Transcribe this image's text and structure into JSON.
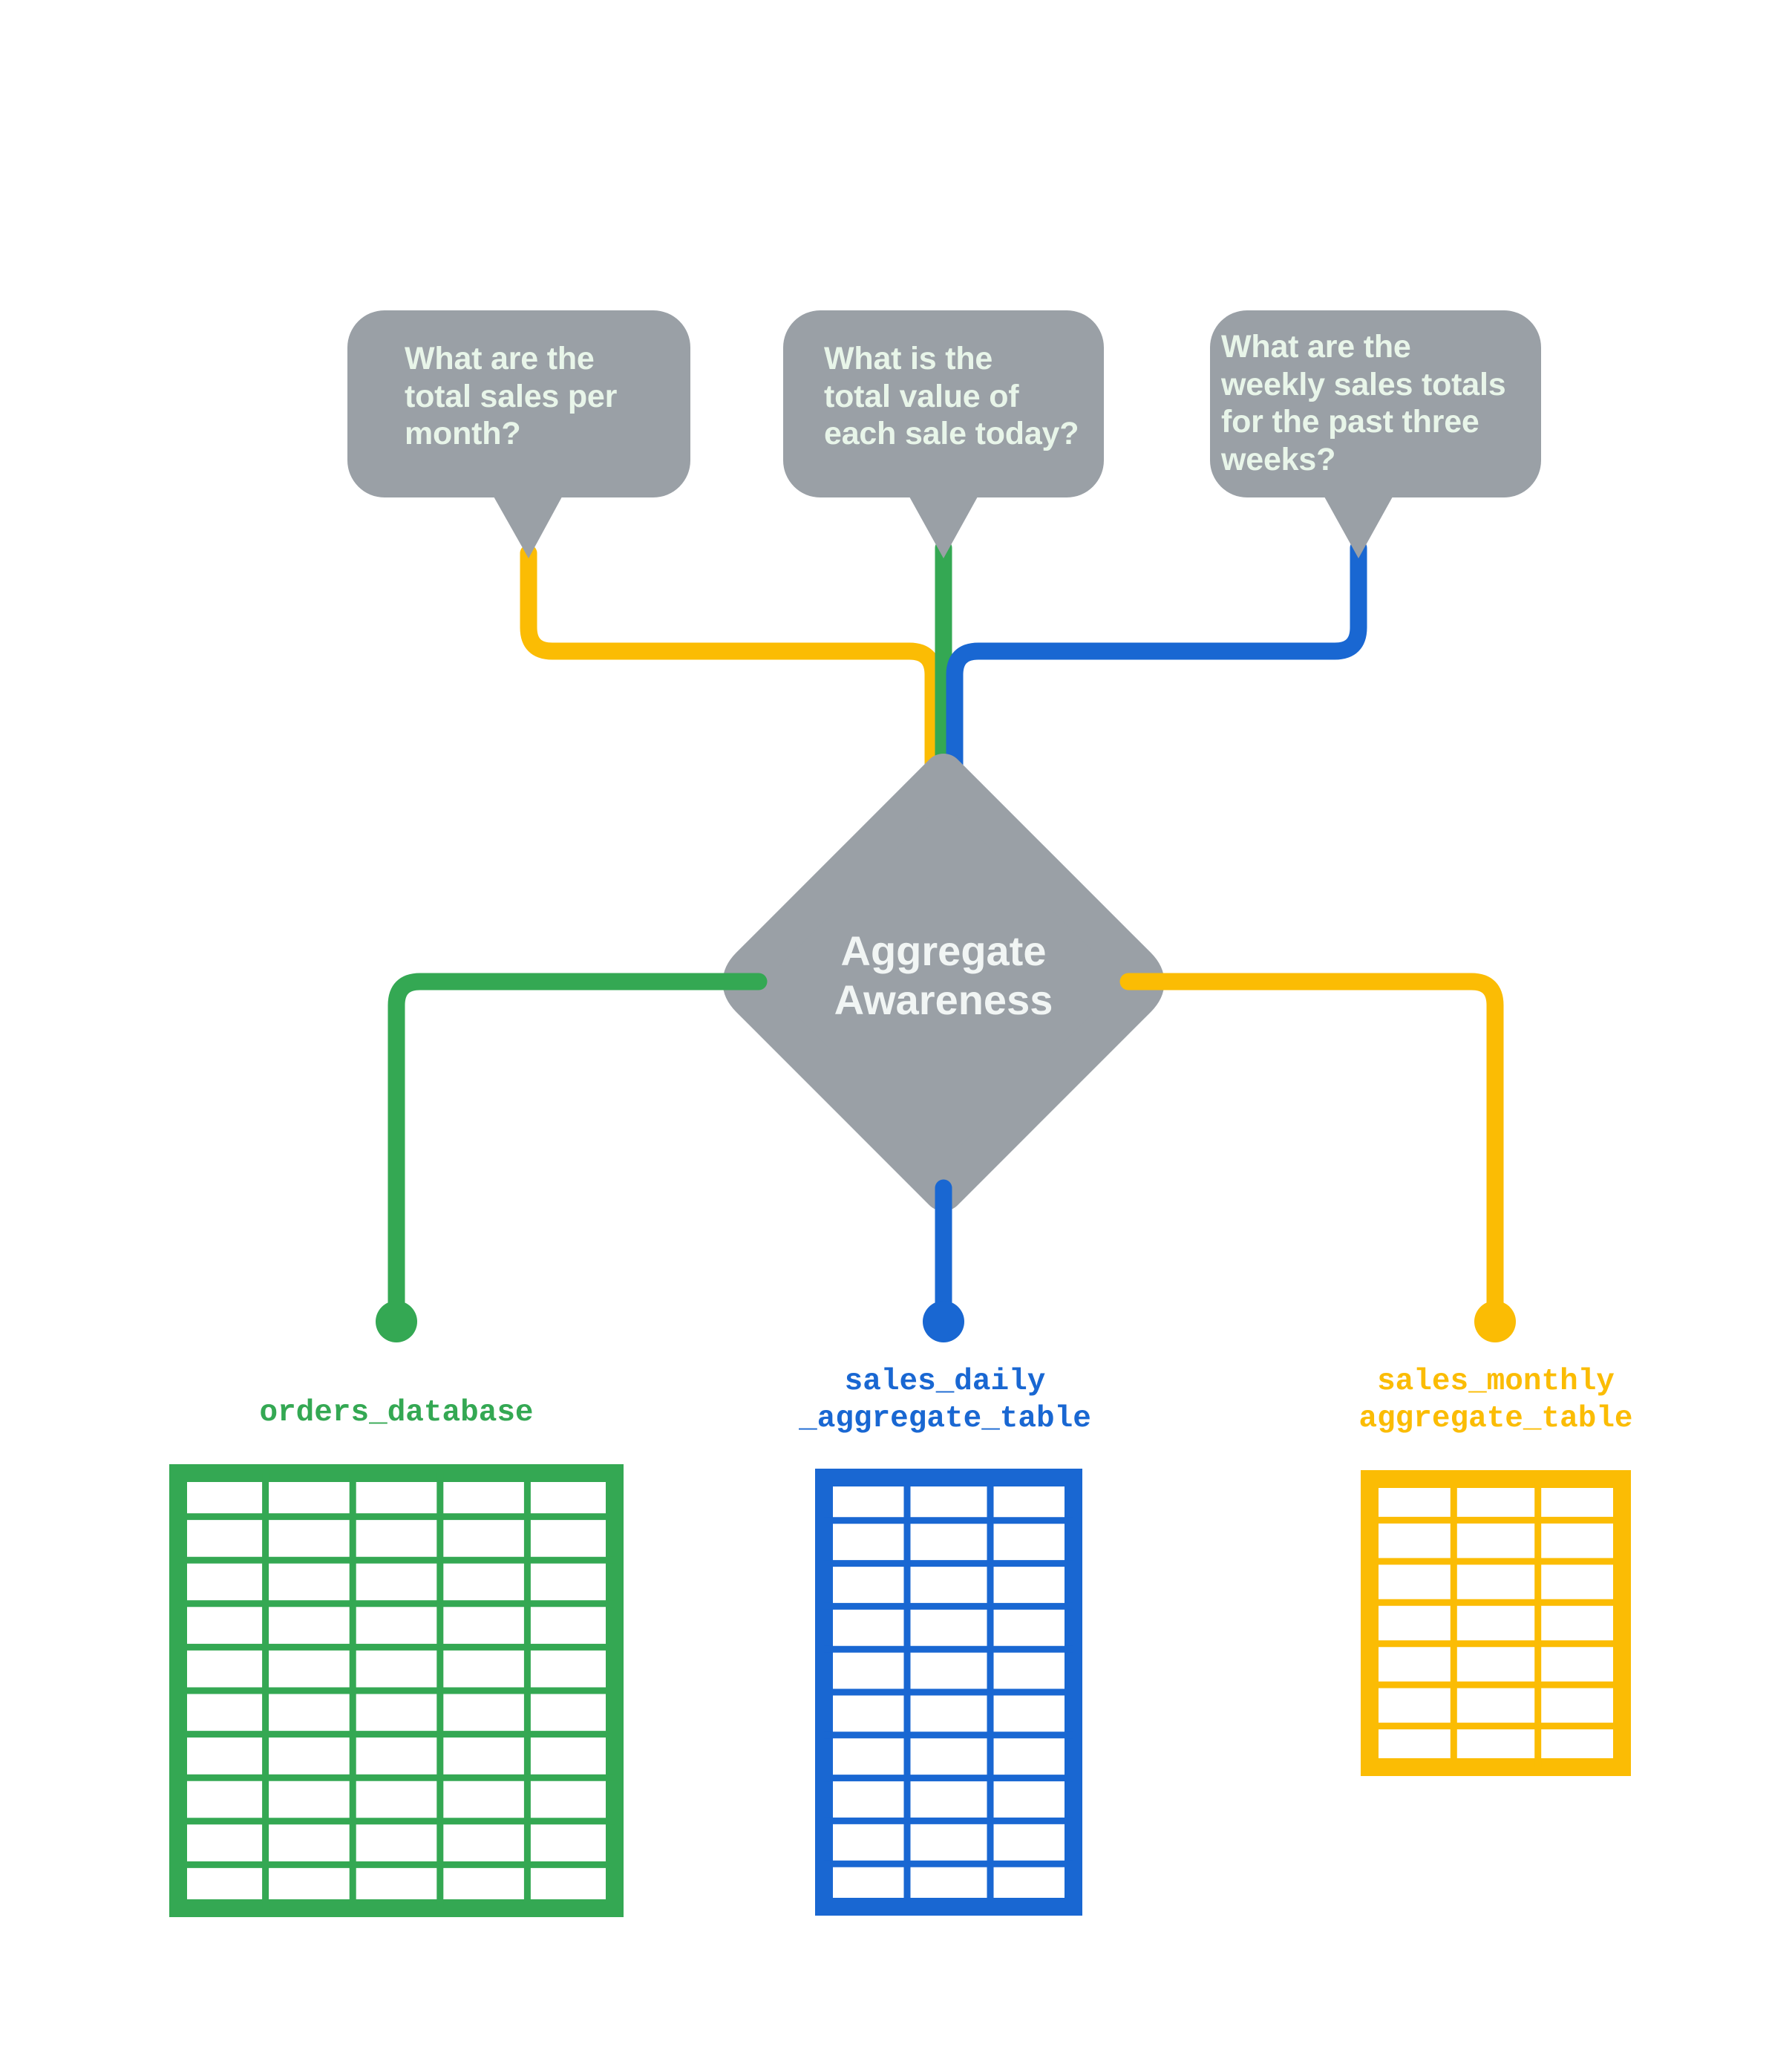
{
  "diagram": {
    "title": "Aggregate Awareness",
    "colors": {
      "gray": "#9AA0A6",
      "green": "#34A853",
      "blue": "#1967D2",
      "yellow": "#FBBC04",
      "bubble_text": "#E8F5E9",
      "node_text": "#F1F5F4",
      "background": "#FFFFFF"
    },
    "center_node": {
      "label": "Aggregate\nAwareness",
      "shape": "diamond"
    },
    "questions": [
      {
        "id": "q-monthly",
        "text": "What are the\ntotal sales per\nmonth?",
        "connector_color": "#FBBC04"
      },
      {
        "id": "q-daily",
        "text": "What is the\ntotal value of\neach sale today?",
        "connector_color": "#34A853"
      },
      {
        "id": "q-weekly",
        "text": "What are the\nweekly sales totals\nfor the past three\nweeks?",
        "connector_color": "#1967D2"
      }
    ],
    "tables": [
      {
        "id": "orders-database",
        "label": "orders_database",
        "color": "#34A853",
        "columns": 5,
        "rows": 10
      },
      {
        "id": "sales-daily-aggregate-table",
        "label": "sales_daily\n_aggregate_table",
        "color": "#1967D2",
        "columns": 3,
        "rows": 10
      },
      {
        "id": "sales-monthly-aggregate-table",
        "label": "sales_monthly\naggregate_table",
        "color": "#FBBC04",
        "columns": 3,
        "rows": 7
      }
    ]
  }
}
